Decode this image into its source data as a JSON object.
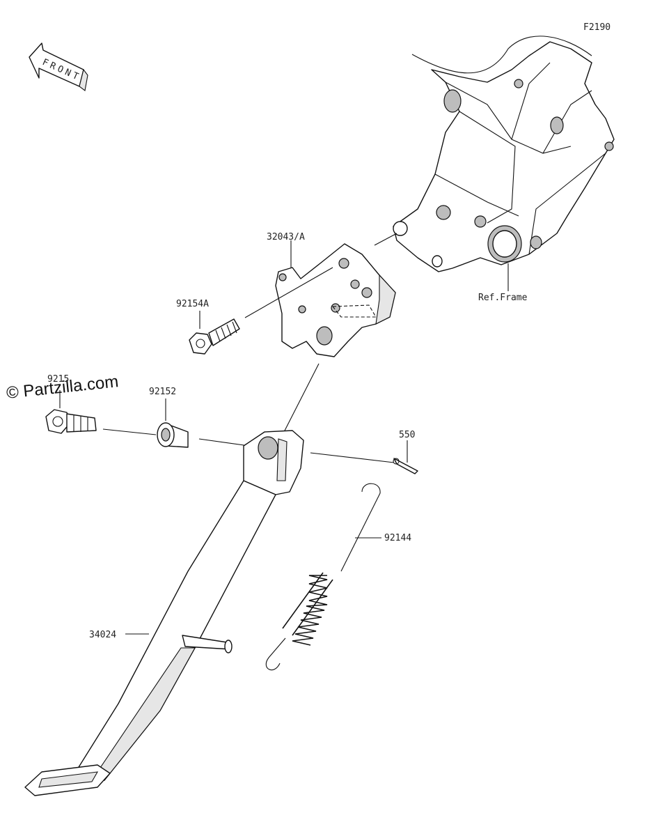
{
  "figure_code": "F2190",
  "front_label": "FRONT",
  "watermark": "© Partzilla.com",
  "parts": {
    "bracket": "32043/A",
    "bolt_upper": "92154A",
    "bolt_lower": "9215",
    "collar": "92152",
    "cotter_pin": "550",
    "spring": "92144",
    "side_stand": "34024",
    "frame_ref": "Ref.Frame"
  }
}
